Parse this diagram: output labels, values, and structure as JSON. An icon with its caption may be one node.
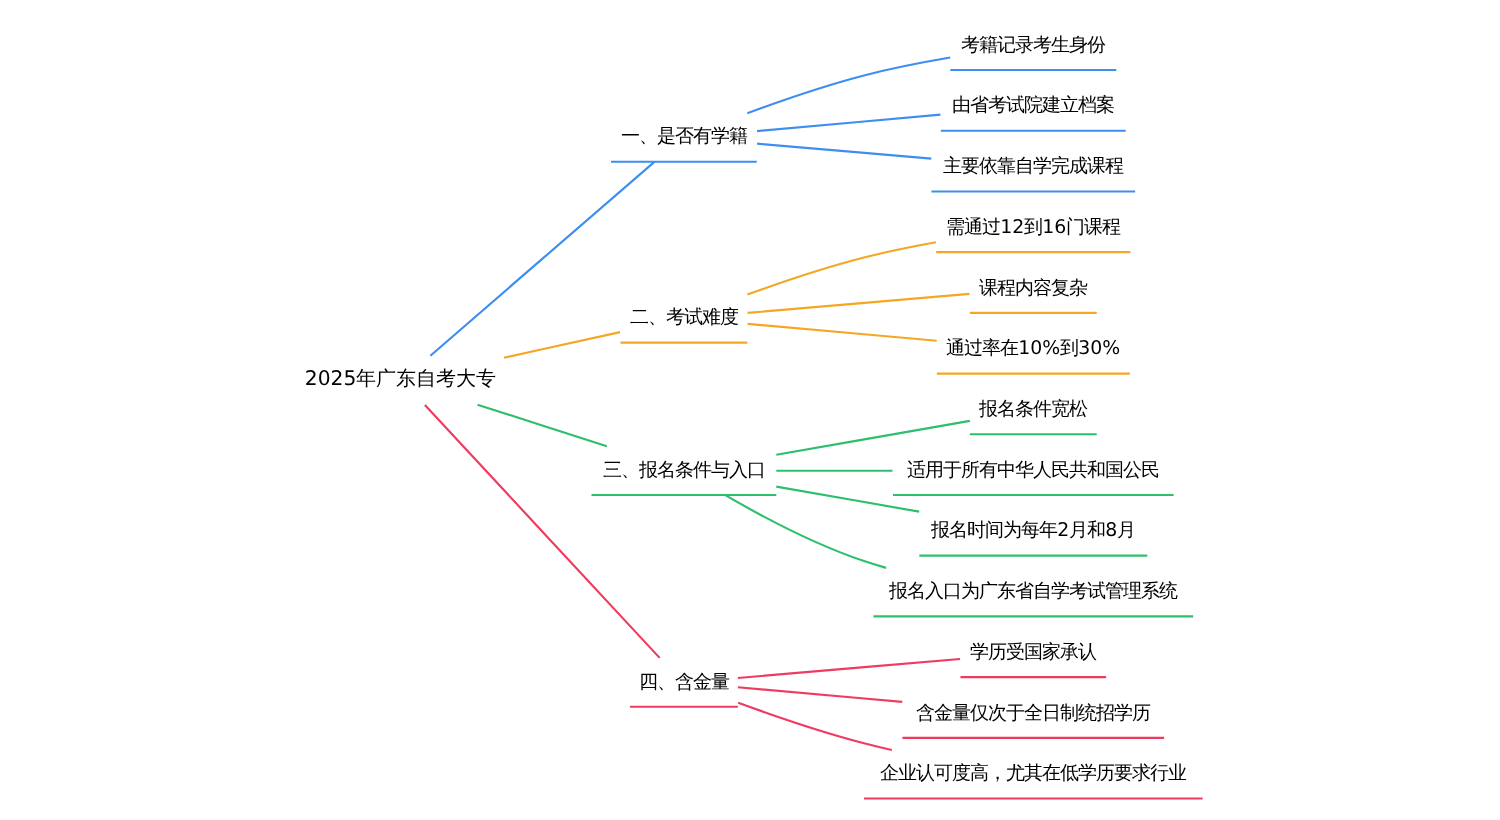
{
  "diagram": {
    "nodes": [
      {
        "text": [
          "2025年广东自考大专"
        ]
      },
      {
        "text": [
          "一、是否有学籍"
        ]
      },
      {
        "text": [
          "考籍记录考生身份"
        ]
      },
      {
        "text": [
          "由省考试院建立档案"
        ]
      },
      {
        "text": [
          "主要依靠自学完成课程"
        ]
      },
      {
        "text": [
          "二、考试难度"
        ]
      },
      {
        "text": [
          "需通过12到16门课程"
        ]
      },
      {
        "text": [
          "课程内容复杂"
        ]
      },
      {
        "text": [
          "通过率在10%到30%"
        ]
      },
      {
        "text": [
          "三、报名条件与入口"
        ]
      },
      {
        "text": [
          "报名条件宽松"
        ]
      },
      {
        "text": [
          "适用于所有中华人民共和国公民"
        ]
      },
      {
        "text": [
          "报名时间为每年2月和8月"
        ]
      },
      {
        "text": [
          "报名入口为广东省自学考试管理系统"
        ]
      },
      {
        "text": [
          "四、含金量"
        ]
      },
      {
        "text": [
          "学历受国家承认"
        ]
      },
      {
        "text": [
          "含金量仅次于全日制统招学历"
        ]
      },
      {
        "text": [
          "企业认可度高，尤其在低学历要求行业"
        ]
      }
    ],
    "edges": [
      {
        "from": 0,
        "to": 1,
        "arrow": "none",
        "color": "#3d8ef0"
      },
      {
        "from": 1,
        "to": 2,
        "arrow": "none",
        "color": "#3d8ef0"
      },
      {
        "from": 1,
        "to": 3,
        "arrow": "none",
        "color": "#3d8ef0"
      },
      {
        "from": 1,
        "to": 4,
        "arrow": "none",
        "color": "#3d8ef0"
      },
      {
        "from": 0,
        "to": 5,
        "arrow": "none",
        "color": "#f5a623"
      },
      {
        "from": 5,
        "to": 6,
        "arrow": "none",
        "color": "#f5a623"
      },
      {
        "from": 5,
        "to": 7,
        "arrow": "none",
        "color": "#f5a623"
      },
      {
        "from": 5,
        "to": 8,
        "arrow": "none",
        "color": "#f5a623"
      },
      {
        "from": 0,
        "to": 9,
        "arrow": "none",
        "color": "#2dbf6e"
      },
      {
        "from": 9,
        "to": 10,
        "arrow": "none",
        "color": "#2dbf6e"
      },
      {
        "from": 9,
        "to": 11,
        "arrow": "none",
        "color": "#2dbf6e"
      },
      {
        "from": 9,
        "to": 12,
        "arrow": "none",
        "color": "#2dbf6e"
      },
      {
        "from": 9,
        "to": 13,
        "arrow": "none",
        "color": "#2dbf6e"
      },
      {
        "from": 0,
        "to": 14,
        "arrow": "none",
        "color": "#ef3b5f"
      },
      {
        "from": 14,
        "to": 15,
        "arrow": "none",
        "color": "#ef3b5f"
      },
      {
        "from": 14,
        "to": 16,
        "arrow": "none",
        "color": "#ef3b5f"
      },
      {
        "from": 14,
        "to": 17,
        "arrow": "none",
        "color": "#ef3b5f"
      }
    ]
  }
}
